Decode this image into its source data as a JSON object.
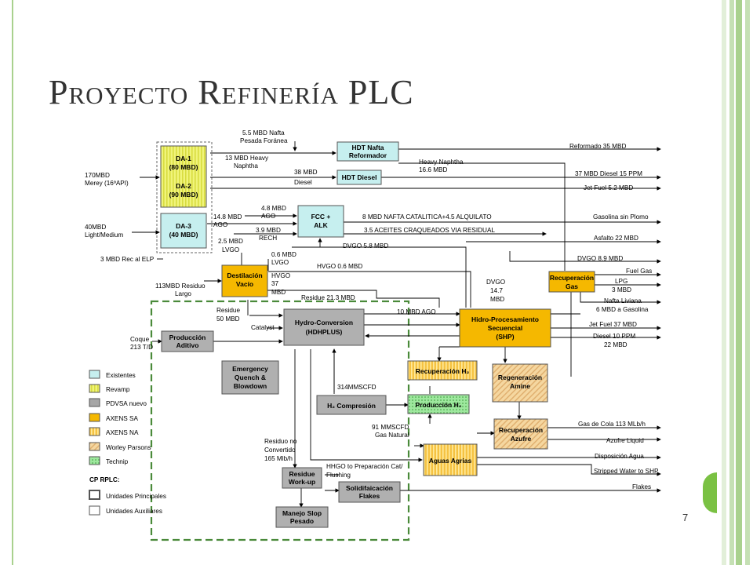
{
  "title": {
    "first_letter": "P",
    "first_rest": "royecto",
    "second_letter": "R",
    "second_rest": "efinería",
    "third": "PLC"
  },
  "page_number": "7",
  "colors": {
    "existentes": "#c6efef",
    "revamp": "#e6f08a",
    "pdvsa": "#a6a6a6",
    "axens": "#f5b800",
    "green_accent": "#7ac143",
    "border": "#a9d18e"
  },
  "units": {
    "da1": "DA-1",
    "da1_cap": "(80 MBD)",
    "da2": "DA-2",
    "da2_cap": "(90 MBD)",
    "da3": "DA-3",
    "da3_cap": "(40 MBD)",
    "hdt_nafta_1": "HDT Nafta",
    "hdt_nafta_2": "Reformador",
    "hdt_diesel": "HDT Diesel",
    "fcc_1": "FCC +",
    "fcc_2": "ALK",
    "dest_1": "Destilación",
    "dest_2": "Vacío",
    "hydro_1": "Hydro-Conversion",
    "hydro_2": "(HDHPLUS)",
    "shp_1": "Hidro-Procesamiento",
    "shp_2": "Secuencial",
    "shp_3": "(SHP)",
    "recgas_1": "Recuperación",
    "recgas_2": "Gas",
    "prod_ad_1": "Producción",
    "prod_ad_2": "Aditivo",
    "emerg_1": "Emergency",
    "emerg_2": "Quench &",
    "emerg_3": "Blowdown",
    "h2comp": "H₂ Compresión",
    "recH2": "Recuperación H₂",
    "prodH2": "Producción H₂",
    "regen_1": "Regeneración",
    "regen_2": "Amine",
    "recaz_1": "Recuperación",
    "recaz_2": "Azufre",
    "aguas": "Aguas Agrias",
    "resw_1": "Residue",
    "resw_2": "Work-up",
    "solid_1": "Solidifaicación",
    "solid_2": "Flakes",
    "manejo_1": "Manejo Slop",
    "manejo_2": "Pesado"
  },
  "labels": {
    "feed1_a": "170MBD",
    "feed1_b": "Merey (16ºAPI)",
    "feed2_a": "40MBD",
    "feed2_b": "Light/Medium",
    "nafta_for_a": "5.5 MBD Nafta",
    "nafta_for_b": "Pesada Foránea",
    "heavy_naph_a": "13 MBD Heavy",
    "heavy_naph_b": "Naphtha",
    "diesel38_a": "38 MBD",
    "diesel38_b": "Diesel",
    "hn166_a": "Heavy Naphtha",
    "hn166_b": "16.6 MBD",
    "ago148_a": "14.8 MBD",
    "ago148_b": "AGO",
    "ago48_a": "4.8 MBD",
    "ago48_b": "AGO",
    "lvgo25_a": "2.5 MBD",
    "lvgo25_b": "LVGO",
    "rech_a": "3.9 MBD",
    "rech_b": "RECH",
    "nafta_cat": "8  MBD NAFTA CATALITICA+4.5 ALQUILATO",
    "aceites": "3.5 ACEITES CRAQUEADOS    VIA RESIDUAL",
    "dvgo58": "DVGO 5.8 MBD",
    "rec_elp": "3 MBD Rec al ELP",
    "lvgo06_a": "0.6 MBD",
    "lvgo06_b": "LVGO",
    "hvgo06": "HVGO 0.6 MBD",
    "hvgo37_a": "HVGO",
    "hvgo37_b": "37",
    "hvgo37_c": "MBD",
    "resid113_a": "113MBD  Residuo",
    "resid113_b": "Largo",
    "resid213": "Residue 21.3 MBD",
    "resid50_a": "Residue",
    "resid50_b": "50 MBD",
    "catalyst": "Catalyst",
    "ago10": "10 MBD AGO",
    "coque_a": "Coque",
    "coque_b": "213 T/D",
    "dvgo147_a": "DVGO",
    "dvgo147_b": "14.7",
    "dvgo147_c": "MBD",
    "mmscfd314": "314MMSCFD",
    "mmscfd91_a": "91 MMSCFD",
    "mmscfd91_b": "Gas Natural",
    "resno_a": "Residuo no",
    "resno_b": "Convertido",
    "resno_c": "165 Mlb/h",
    "hhgo_a": "HHGO to Preparación Cat/",
    "hhgo_b": "Flushing",
    "out_reformado": "Reformado 35 MBD",
    "out_diesel37": "37 MBD Diesel 15 PPM",
    "out_jet52": "Jet Fuel  5.2 MBD",
    "out_gasolina": "Gasolina sin Plomo",
    "out_asfalto": "Asfalto 22 MBD",
    "out_dvgo89": "DVGO 8.9 MBD",
    "out_fuelgas": "Fuel Gas",
    "out_lpg_a": "LPG",
    "out_lpg_b": "3 MBD",
    "out_nafta_liv_a": "Nafta Liviana",
    "out_nafta_liv_b": "6 MBD a Gasolina",
    "out_jet37": "Jet Fuel  37 MBD",
    "out_diesel10_a": "Diesel 10 PPM",
    "out_diesel10_b": "22 MBD",
    "out_gascola": "Gas de Cola 113 MLb/h",
    "out_azufre": "Azufre Liquid",
    "out_agua": "Disposición Agua",
    "out_stripped": "Stripped Water to SHP",
    "out_flakes": "Flakes"
  },
  "legend": {
    "existentes": "Existentes",
    "revamp": "Revamp",
    "pdvsa": "PDVSA nuevo",
    "axens_sa": "AXENS SA",
    "axens_na": "AXENS NA",
    "worley": "Worley Parsons",
    "technip": "Technip",
    "cp_title": "CP RPLC:",
    "principales": "Unidades Principales",
    "auxiliares": "Unidades Auxiliares"
  }
}
